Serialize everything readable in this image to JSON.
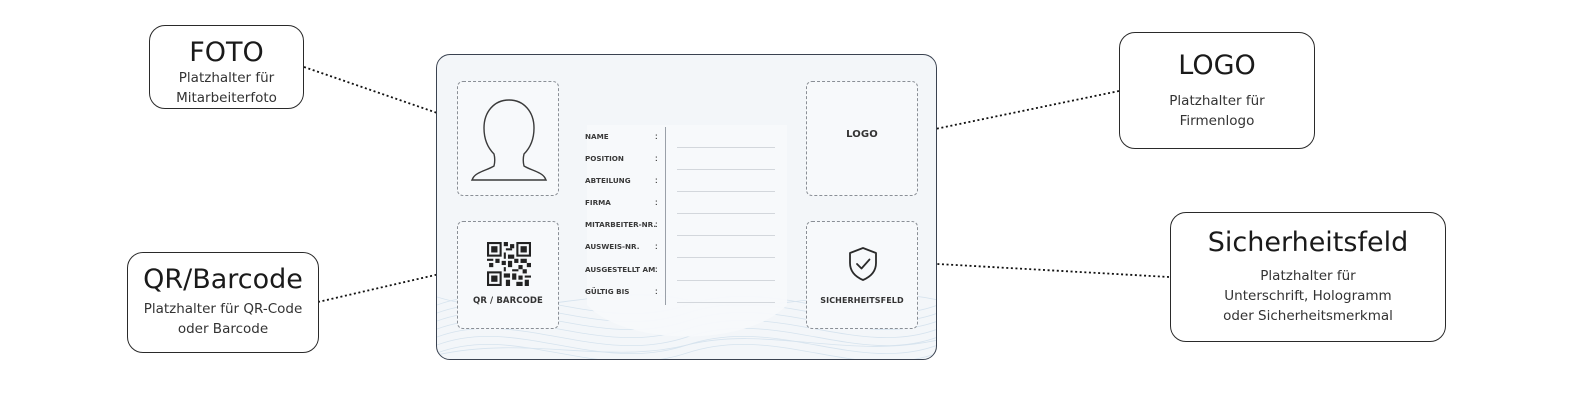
{
  "callouts": {
    "foto": {
      "title": "FOTO",
      "subtitle_lines": [
        "Platzhalter für",
        "Mitarbeiterfoto"
      ]
    },
    "qr": {
      "title": "QR/Barcode",
      "subtitle_lines": [
        "Platzhalter für QR-Code",
        "oder Barcode"
      ]
    },
    "logo": {
      "title": "LOGO",
      "subtitle_lines": [
        "Platzhalter für",
        "Firmenlogo"
      ]
    },
    "security": {
      "title": "Sicherheitsfeld",
      "subtitle_lines": [
        "Platzhalter für",
        "Unterschrift, Hologramm",
        "oder Sicherheitsmerkmal"
      ]
    }
  },
  "card": {
    "logo_label": "LOGO",
    "qr_label": "QR / BARCODE",
    "security_label": "SICHERHEITSFELD",
    "fields": [
      {
        "label": "NAME",
        "colon": ":"
      },
      {
        "label": "POSITION",
        "colon": ":"
      },
      {
        "label": "ABTEILUNG",
        "colon": ":"
      },
      {
        "label": "FIRMA",
        "colon": ":"
      },
      {
        "label": "MITARBEITER-NR.",
        "colon": ":"
      },
      {
        "label": "AUSWEIS-NR.",
        "colon": ":"
      },
      {
        "label": "AUSGESTELLT AM",
        "colon": ":"
      },
      {
        "label": "GÜLTIG BIS",
        "colon": ":"
      }
    ]
  },
  "icons": {
    "photo": "person-silhouette-icon",
    "qr": "qr-code-icon",
    "security": "shield-check-icon"
  },
  "colors": {
    "card_border": "#3a4250",
    "card_bg": "#f3f6f9",
    "wave_lines": "#d6e3ee",
    "dashed_border": "#8a8f96"
  }
}
